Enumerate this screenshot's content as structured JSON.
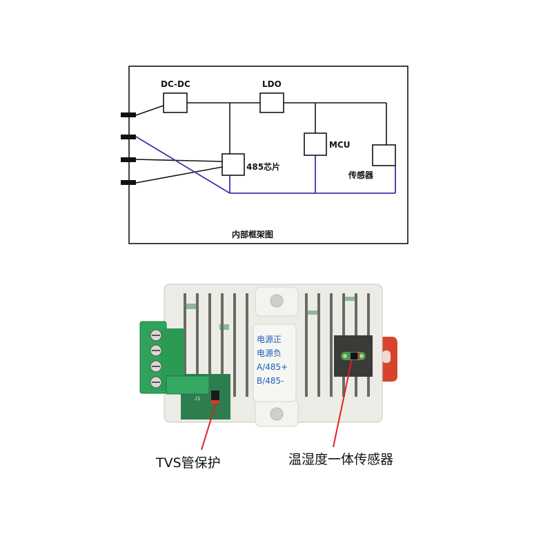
{
  "diagram": {
    "title": "内部框架图",
    "blocks": {
      "dcdc": "DC-DC",
      "ldo": "LDO",
      "mcu": "MCU",
      "rs485": "485芯片",
      "sensor": "传感器"
    },
    "colors": {
      "line": "#111111",
      "ground_line": "#3b2fa8",
      "frame": "#111111"
    }
  },
  "photo": {
    "panel_labels": [
      "电源正",
      "电源负",
      "A/485+",
      "B/485-"
    ],
    "colors": {
      "enclosure": "#ecebe6",
      "terminal": "#2fa35a",
      "pcb": "#2e7d4f",
      "bracket": "#d6452b",
      "panel_text": "#1a5fb4",
      "pointer": "#e02020"
    }
  },
  "callouts": {
    "tvs": "TVS管保护",
    "sensor": "温湿度一体传感器"
  }
}
